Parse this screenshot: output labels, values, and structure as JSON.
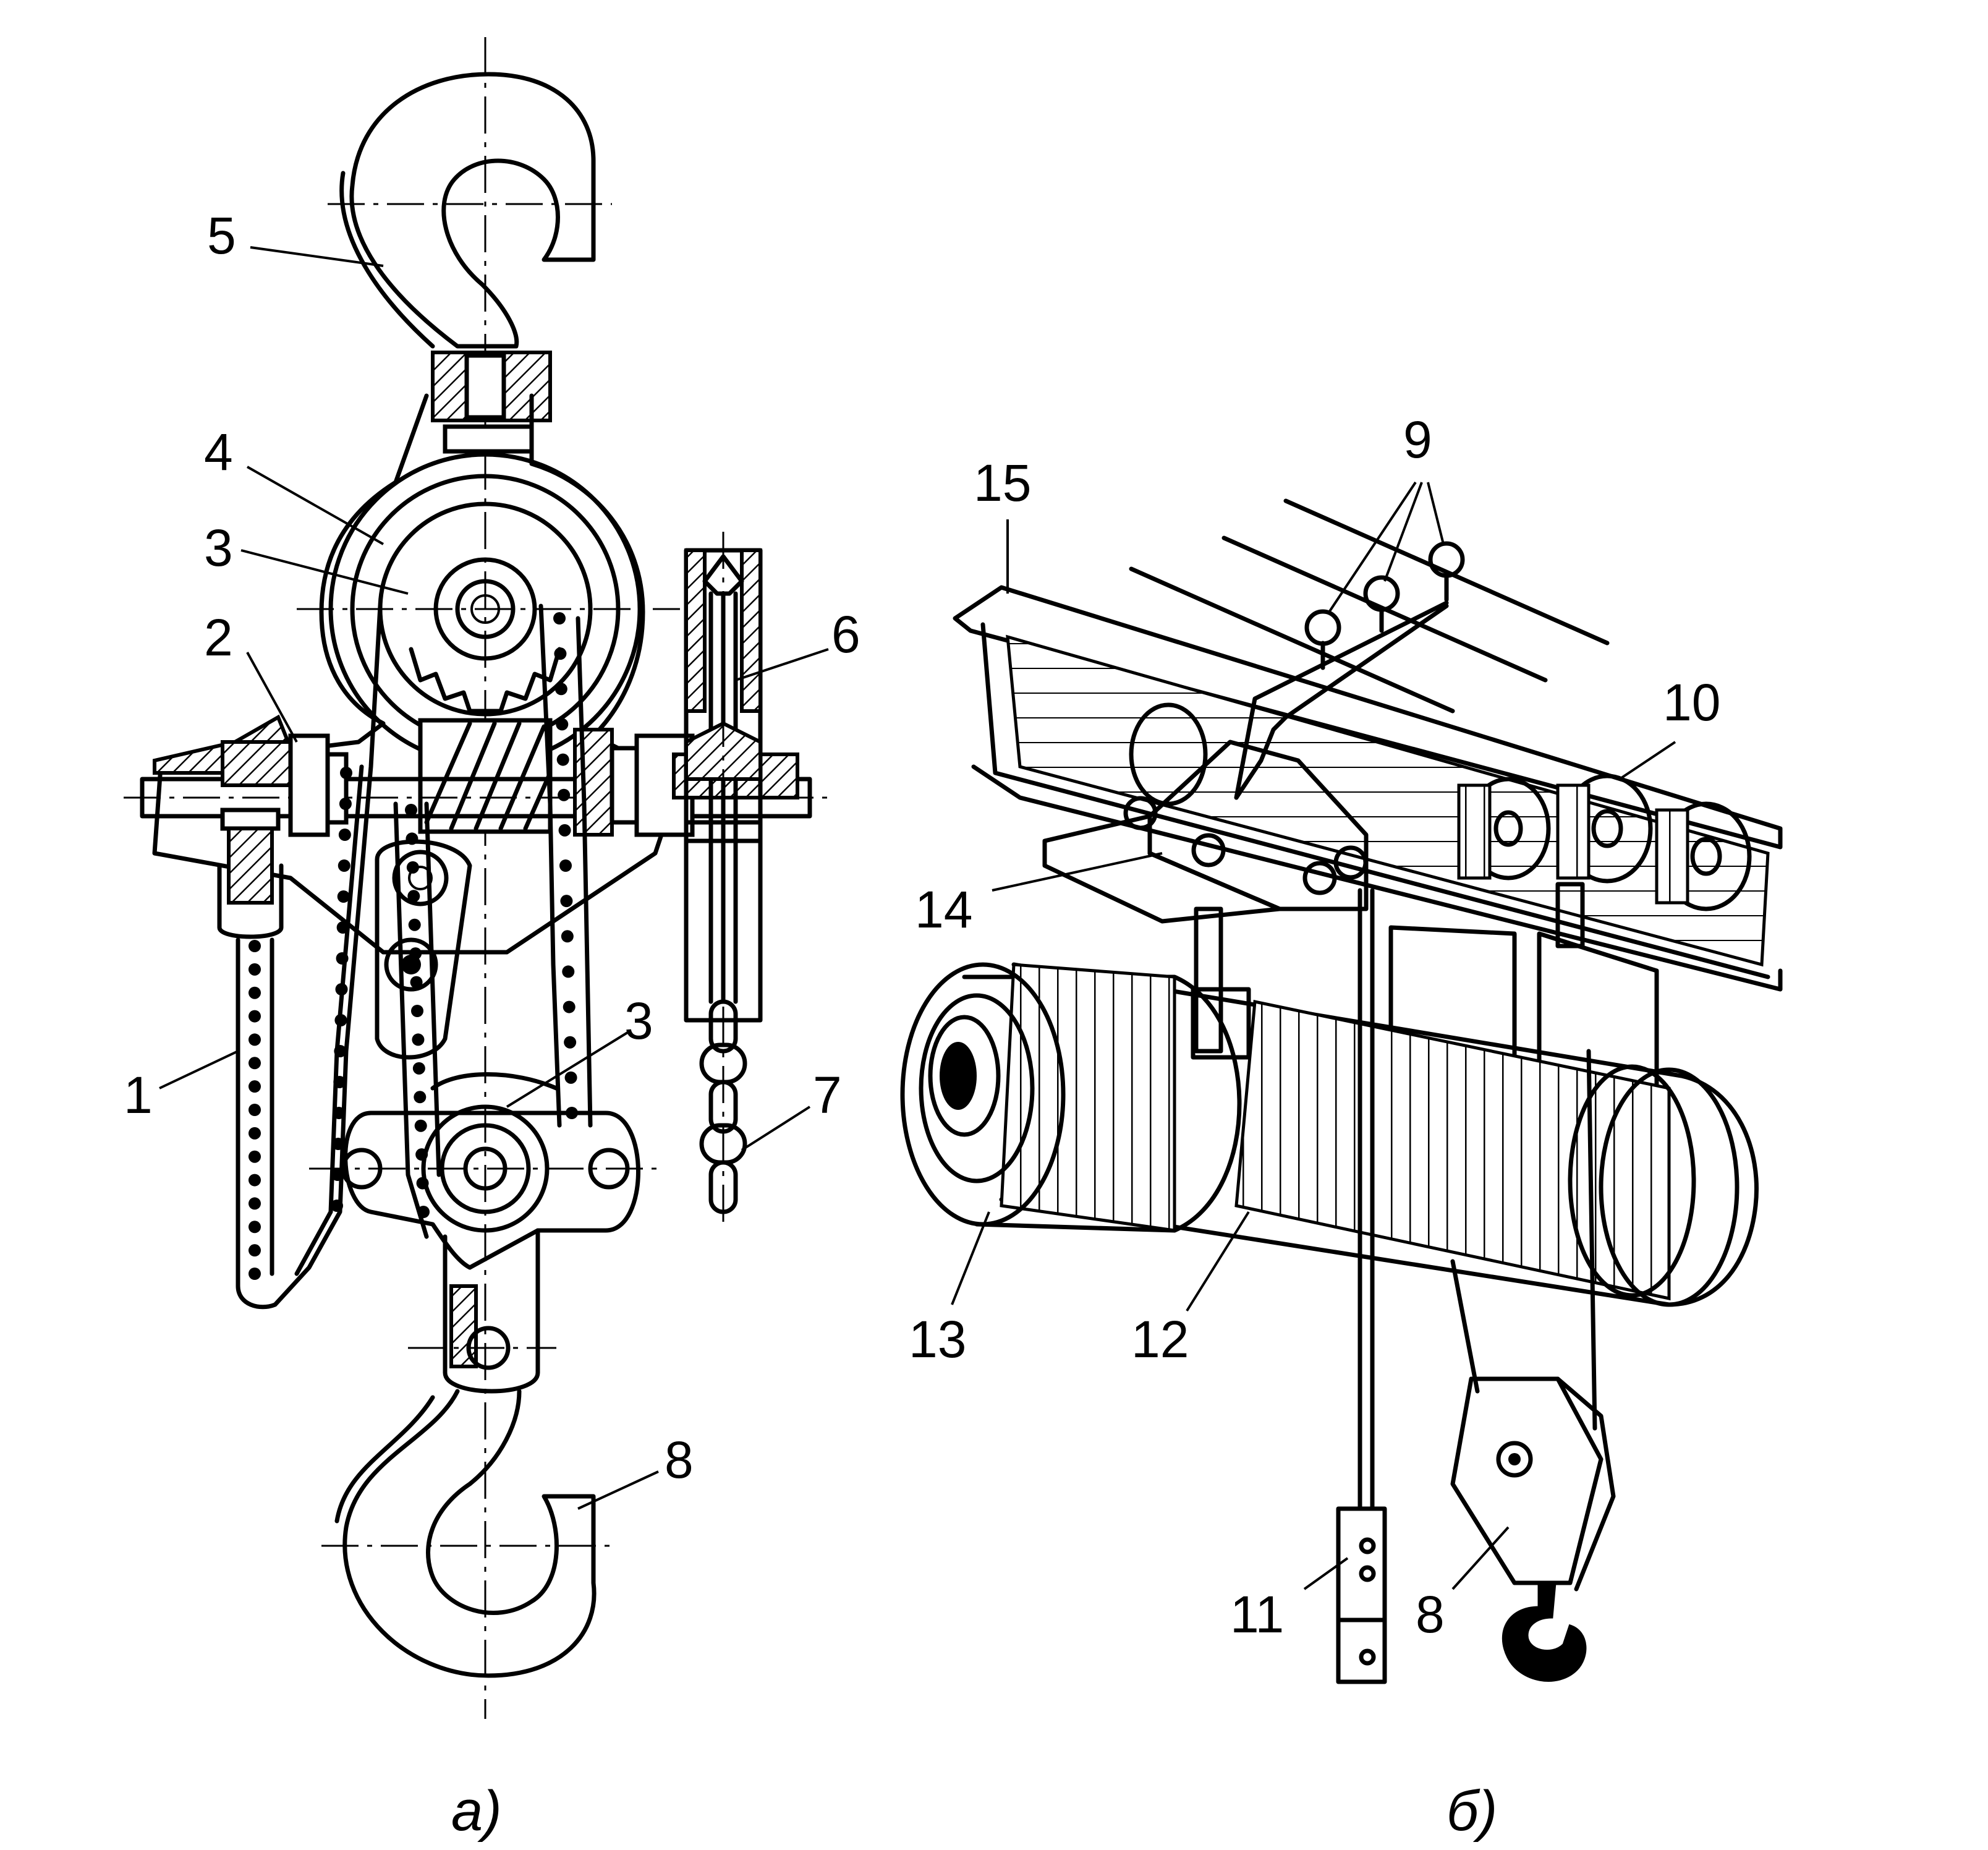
{
  "figure": {
    "captions": {
      "a": "а)",
      "b": "б)"
    },
    "labels_a": [
      "5",
      "4",
      "3",
      "2",
      "1",
      "3",
      "6",
      "7",
      "8"
    ],
    "labels_b": [
      "9",
      "15",
      "10",
      "14",
      "13",
      "12",
      "11",
      "8"
    ]
  }
}
